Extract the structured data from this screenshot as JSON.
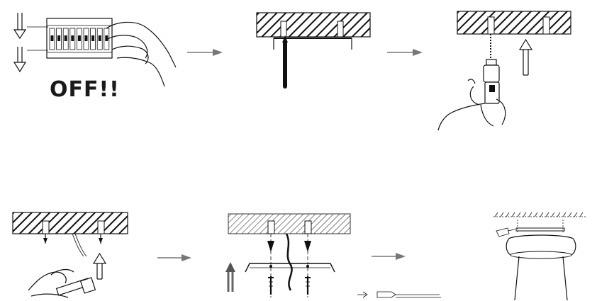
{
  "steps": [
    {
      "id": 1,
      "label": "OFF!!"
    },
    {
      "id": 2
    },
    {
      "id": 3
    },
    {
      "id": 4
    },
    {
      "id": 5
    },
    {
      "id": 6
    }
  ],
  "colors": {
    "ink": "#111111",
    "connector_arrow": "#777777",
    "hatch": "#111111"
  }
}
